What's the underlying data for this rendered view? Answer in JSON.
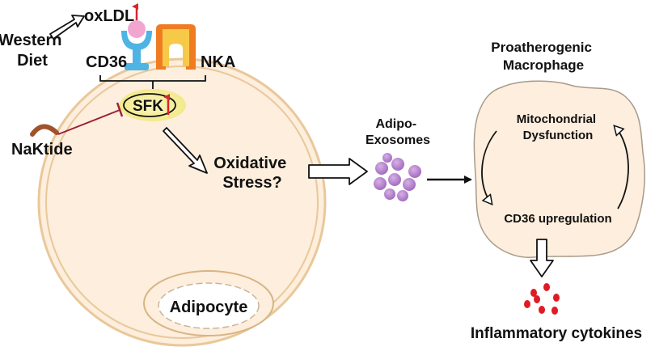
{
  "labels": {
    "oxldl": "oxLDL",
    "western_line1": "Western",
    "western_line2": "Diet",
    "cd36": "CD36",
    "nka": "NKA",
    "sfk": "SFK",
    "naktide": "NaKtide",
    "oxidative_line1": "Oxidative",
    "oxidative_line2": "Stress?",
    "adipo_line1": "Adipo-",
    "adipo_line2": "Exosomes",
    "adipocyte": "Adipocyte",
    "macrophage_line1": "Proatherogenic",
    "macrophage_line2": "Macrophage",
    "mito_line1": "Mitochondrial",
    "mito_line2": "Dysfunction",
    "cd36_up": "CD36 upregulation",
    "cytokines": "Inflammatory cytokines"
  },
  "colors": {
    "cell_fill": "#fdeedd",
    "cell_stroke": "#e9c89a",
    "receptor_blue": "#4db4e4",
    "oxldl_pink": "#f2a6cf",
    "nka_orange": "#f07c22",
    "nka_yellow": "#f7c948",
    "sfk_glow": "#f6f1a0",
    "up_arrow_red": "#d8262a",
    "naktide_brown": "#a0522d",
    "inhibit_line": "#9b2335",
    "exosome_purple": "#b07ac8",
    "cytokine_red": "#e01b24"
  }
}
